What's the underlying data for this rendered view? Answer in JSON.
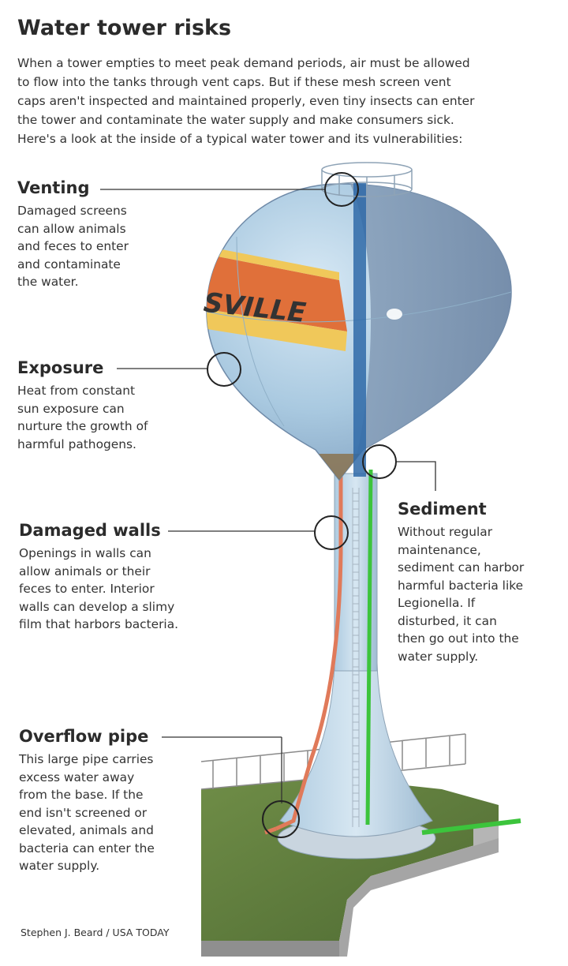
{
  "title": "Water tower risks",
  "intro_lines": [
    "When a tower empties to meet peak demand periods, air must be allowed",
    "to flow into the tanks through vent caps. But if these mesh screen vent",
    "caps aren't inspected and maintained properly, even tiny insects can enter",
    "the tower and contaminate the water supply and make consumers sick.",
    "Here's a look at the inside of a typical water tower and its vulnerabilities:"
  ],
  "tank_lettering": "SVILLE",
  "callouts": {
    "venting": {
      "heading": "Venting",
      "lines": [
        "Damaged screens",
        "can allow animals",
        "and feces to enter",
        "and contaminate",
        "the water."
      ]
    },
    "exposure": {
      "heading": "Exposure",
      "lines": [
        "Heat from constant",
        "sun exposure can",
        "nurture the growth of",
        "harmful pathogens."
      ]
    },
    "damaged_walls": {
      "heading": "Damaged walls",
      "lines": [
        "Openings in walls can",
        "allow animals or their",
        "feces to enter. Interior",
        "walls can develop a slimy",
        "film that harbors bacteria."
      ]
    },
    "sediment": {
      "heading": "Sediment",
      "lines": [
        "Without regular",
        "maintenance,",
        "sediment can harbor",
        "harmful bacteria like",
        "Legionella. If",
        "disturbed, it can",
        "then go out into the",
        "water supply."
      ]
    },
    "overflow_pipe": {
      "heading": "Overflow pipe",
      "lines": [
        "This large pipe carries",
        "excess water away",
        "from the base. If the",
        "end isn't screened or",
        "elevated, animals and",
        "bacteria can enter the",
        "water supply."
      ]
    }
  },
  "credit": "Stephen J. Beard / USA TODAY",
  "colors": {
    "tank": "#9fc3dd",
    "tank_dark": "#7f97b3",
    "riser_pipe": "#2f6aa8",
    "sediment_pipe": "#3cc43c",
    "overflow_pipe": "#e07a5a",
    "grass": "#5f7d3e",
    "concrete": "#a9a9a9",
    "band_orange": "#e0703a",
    "band_yellow": "#f0c85a"
  }
}
